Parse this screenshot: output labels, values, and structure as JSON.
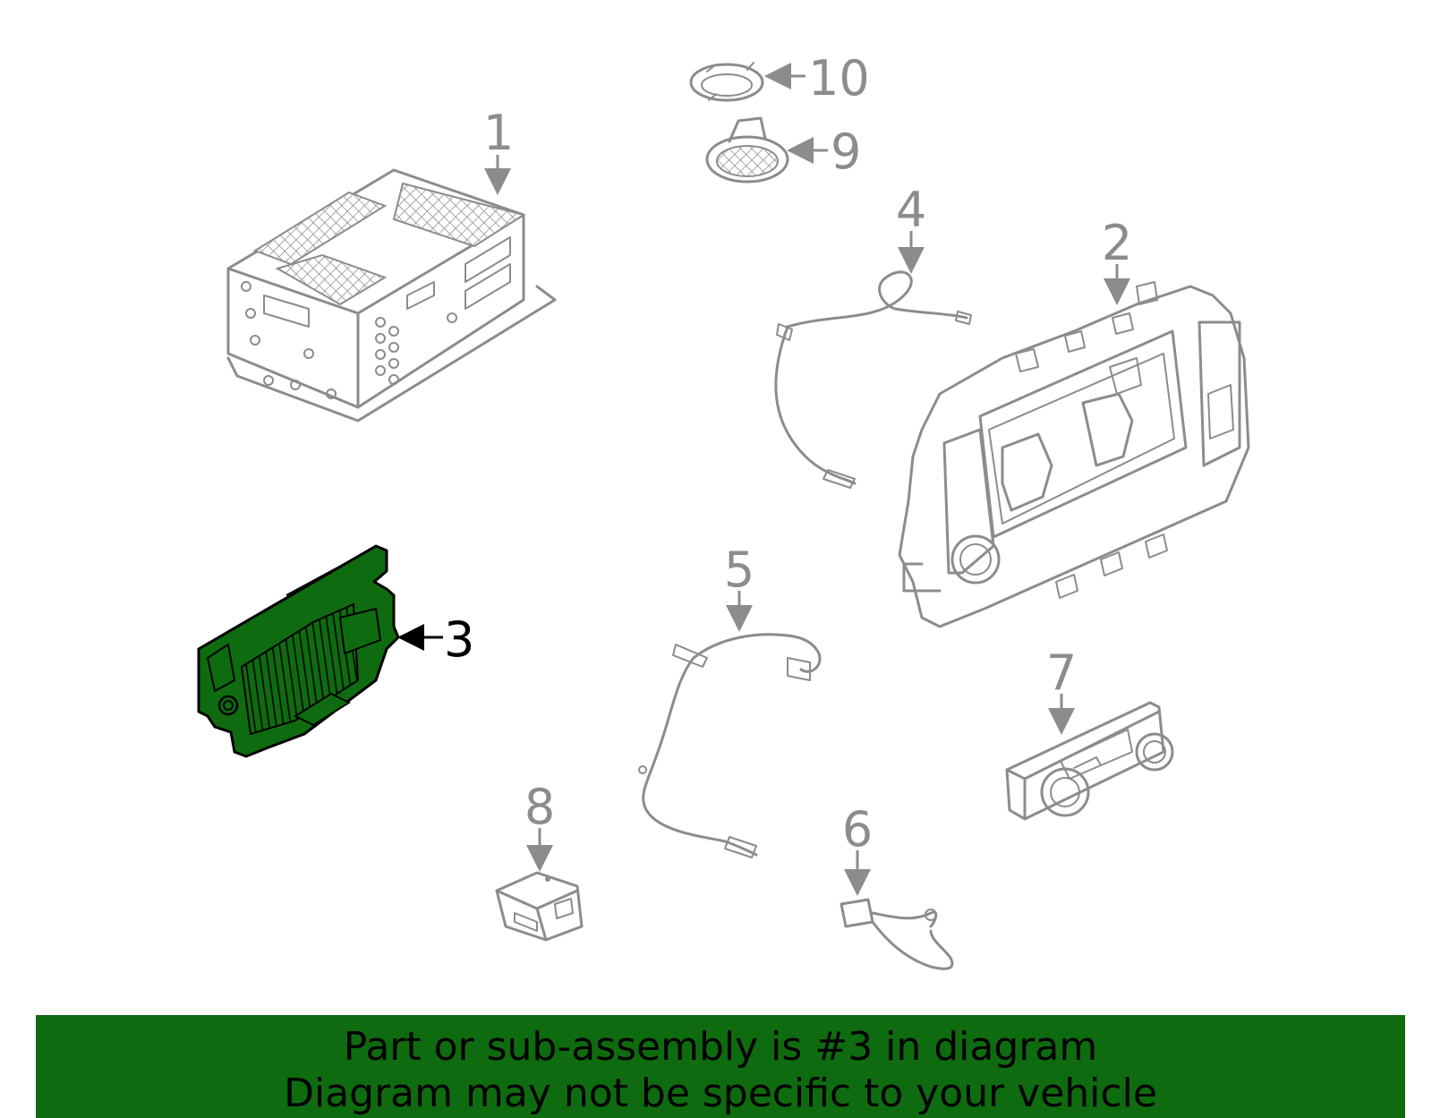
{
  "callouts": [
    {
      "id": "1",
      "label": "1",
      "highlight": false
    },
    {
      "id": "2",
      "label": "2",
      "highlight": false
    },
    {
      "id": "3",
      "label": "3",
      "highlight": true
    },
    {
      "id": "4",
      "label": "4",
      "highlight": false
    },
    {
      "id": "5",
      "label": "5",
      "highlight": false
    },
    {
      "id": "6",
      "label": "6",
      "highlight": false
    },
    {
      "id": "7",
      "label": "7",
      "highlight": false
    },
    {
      "id": "8",
      "label": "8",
      "highlight": false
    },
    {
      "id": "9",
      "label": "9",
      "highlight": false
    },
    {
      "id": "10",
      "label": "10",
      "highlight": false
    }
  ],
  "banner": {
    "line1": "Part or sub-assembly is #3 in diagram",
    "line2": "Diagram may not be specific to your vehicle"
  },
  "colors": {
    "highlight": "#0f6b0f",
    "banner": "#0f6b0f",
    "part_outline": "#8c8c8c",
    "label_gray": "#8c8c8c",
    "label_active": "#000000"
  }
}
